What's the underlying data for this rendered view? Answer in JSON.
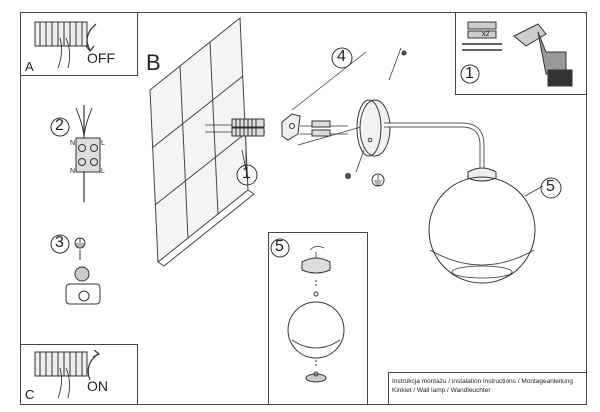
{
  "panels": {
    "A": {
      "letter": "A",
      "switch_state": "OFF"
    },
    "B": {
      "letter": "B"
    },
    "C": {
      "letter": "C",
      "switch_state": "ON"
    }
  },
  "tools_panel": {
    "step": "1",
    "quantity": "x2"
  },
  "steps": {
    "wall_plugs": "1",
    "connection": "2",
    "earth": "3",
    "mounting_screws": "4",
    "shade_main": "5",
    "shade_inset": "5"
  },
  "terminal_labels": {
    "left_top": "N",
    "right_top": "L",
    "left_bottom": "N",
    "right_bottom": "L"
  },
  "footer": {
    "line1": "Instrukcja montażu / instalation instructions / Montageanleitung",
    "line2": "Kinkiet / Wall lamp / Wandleuchter"
  }
}
